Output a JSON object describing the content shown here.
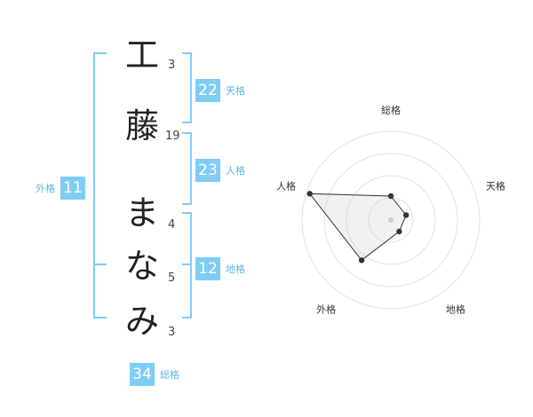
{
  "characters": [
    {
      "char": "工",
      "strokes": "3"
    },
    {
      "char": "藤",
      "strokes": "19"
    },
    {
      "char": "ま",
      "strokes": "4"
    },
    {
      "char": "な",
      "strokes": "5"
    },
    {
      "char": "み",
      "strokes": "3"
    }
  ],
  "fortunes": {
    "tenkaku": {
      "value": "22",
      "label": "天格"
    },
    "jinkaku": {
      "value": "23",
      "label": "人格"
    },
    "chikaku": {
      "value": "12",
      "label": "地格"
    },
    "gaikaku": {
      "value": "11",
      "label": "外格"
    },
    "soukaku": {
      "value": "34",
      "label": "総格"
    }
  },
  "colors": {
    "accent": "#7fcdf5",
    "label": "#5bb6e6",
    "bracket": "#7fcdf5"
  },
  "chart_data": {
    "type": "radar",
    "axes": [
      "総格",
      "天格",
      "地格",
      "外格",
      "人格"
    ],
    "values": [
      0.27,
      0.18,
      0.16,
      0.56,
      0.96
    ],
    "rmax": 1,
    "rings": 4
  }
}
